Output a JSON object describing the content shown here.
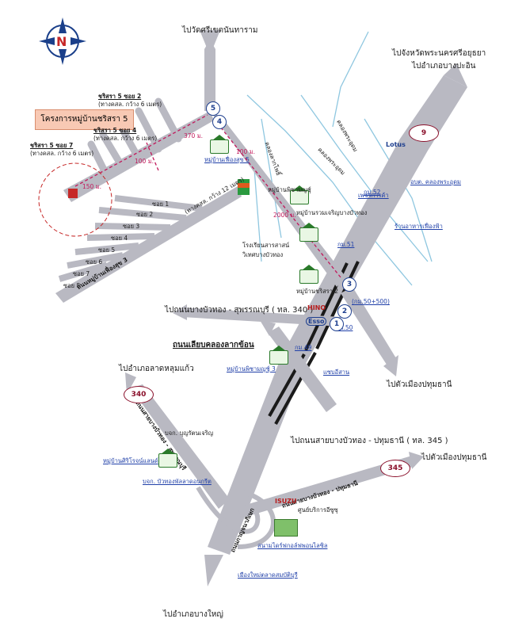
{
  "compass": {
    "letter": "N"
  },
  "project_box": {
    "label": "โครงการหมู่บ้านชริสรา 5"
  },
  "directions": {
    "north": "ไปวัดศรีเขตนันทาราม",
    "northeast_1": "ไปจังหวัดพระนครศรีอยุธยา",
    "northeast_2": "ไปอำเภอบางปะอิน",
    "west_340": "ไปถนนบางบัวทอง - สุพรรณบุรี ( ทล. 340 )",
    "lat_lum_kaeo": "ไปอำเภอลาดหลุมแก้ว",
    "pathum_thani_1": "ไปตัวเมืองปทุมธานี",
    "route_345": "ไปถนนสายบางบัวทอง - ปทุมธานี ( ทล. 345 )",
    "pathum_thani_2": "ไปตัวเมืองปทุมธานี",
    "bang_yai": "ไปอำเภอบางใหญ่"
  },
  "roads": {
    "bypass": "ถนนเลียบคลองลากข้อน",
    "soi_5_2": "ชริสรา 5 ซอย 2",
    "soi_5_2_sub": "(ทางคสล. กว้าง 6 เมตร)",
    "soi_5_4": "ชริสรา 5 ซอย 4",
    "soi_5_4_sub": "(ทางคสล. กว้าง 6 เมตร)",
    "soi_5_7": "ชริสรา 5 ซอย 7",
    "soi_5_7_sub": "(ทางคสล. กว้าง 6 เมตร)",
    "canal_road": "คลองพระอุดม",
    "canal_lak": "คลองลากโพธิ์",
    "canal_east": "คลองพระอุดม",
    "main_south": "ถนนกาญจนาภิเษก",
    "route_340_road": "ถนนสายบางบัวทอง - สุพรรณบุรี",
    "route_345_road": "ถนนสายบางบัวทอง - ปทุมธานี",
    "road_s3": "ถนนหมู่บ้านเฟื่องสุข 3",
    "road_6m": "(ทางคสล. กว้าง 12 เมตร)",
    "soi_labels": [
      "ซอย 1",
      "ซอย 2",
      "ซอย 3",
      "ซอย 4",
      "ซอย 5",
      "ซอย 6",
      "ซอย 7",
      "ซอย 8"
    ]
  },
  "distances": {
    "d100": "100 ม.",
    "d370": "370 ม.",
    "d2000": "2000 ม.",
    "d150": "150 ม.",
    "d100b": "100 ม."
  },
  "places": {
    "village_fueangsuk5": "หมู่บ้านเฟื่องสุข 5",
    "village_phisan": "หมู่บ้านพิชามญชุ์",
    "village_ruam": "หมู่บ้านรวมเจริญบางบัวทอง",
    "school": "โรงเรียนสารสาสน์",
    "school_2": "วิเทศบางบัวทอง",
    "village_charisara2": "หมู่บ้านชริสรา 2",
    "petchkarat": "เพชรการค้า",
    "tbl_office": "อบต. คลองพระอุดม",
    "restaurant": "ร้านอาหารเฟื่องฟ้า",
    "village_phisan3": "หมู่บ้านพิชามญชุ์ 3",
    "saeb_isan": "แซบอีสาน",
    "bkk_bunruan": "บจก. บุญรัตนเจริญ",
    "village_sirichon": "หมู่บ้านศิริโรจน์แลนด์",
    "bkk_bangbua": "บจก. บัวทองพัลลาดอนกรีต",
    "isuzu_center": "ศูนย์บริการอีซูซุ",
    "golf": "สนามไดร์ฟกอล์ฟพอนไลซิล",
    "market": "เมืองใหม่ตลาดสมบัติบุรี"
  },
  "km_markers": {
    "km52": "กม.52",
    "km51": "กม.51",
    "km50_500": "(กม.50+500)",
    "km50": "กม.50",
    "km49": "กม.49"
  },
  "brands": {
    "hino": "HINO",
    "esso": "Esso",
    "isuzu": "ISUZU",
    "lotus": "Lotus"
  },
  "highway_numbers": {
    "h9": "9",
    "h340": "340",
    "h345": "345"
  },
  "junction_numbers": [
    "1",
    "2",
    "3",
    "4",
    "5"
  ],
  "colors": {
    "road": "#b9b9c2",
    "expressway": "#1a1a1a",
    "canal": "#8fc7e0",
    "route": "#c2185b",
    "circle": "#c62828"
  }
}
